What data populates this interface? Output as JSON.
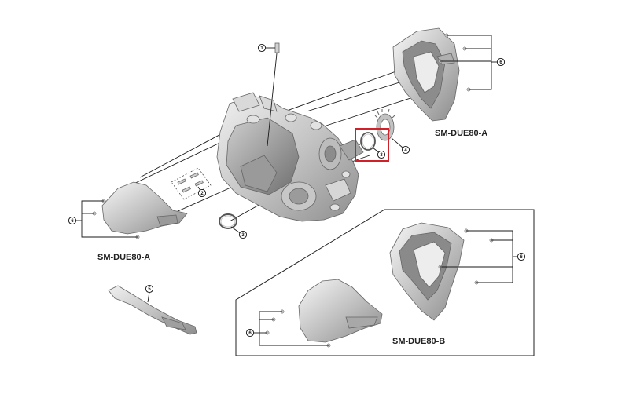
{
  "model_labels": {
    "top_right": "SM-DUE80-A",
    "left": "SM-DUE80-A",
    "box": "SM-DUE80-B"
  },
  "callouts": {
    "c1": "1",
    "c2": "2",
    "c3a": "3",
    "c3b": "3",
    "c4": "4",
    "c5": "5",
    "c6a": "6",
    "c6b": "6",
    "c6c": "6",
    "c6d": "6"
  },
  "highlight_color": "#d0202a"
}
